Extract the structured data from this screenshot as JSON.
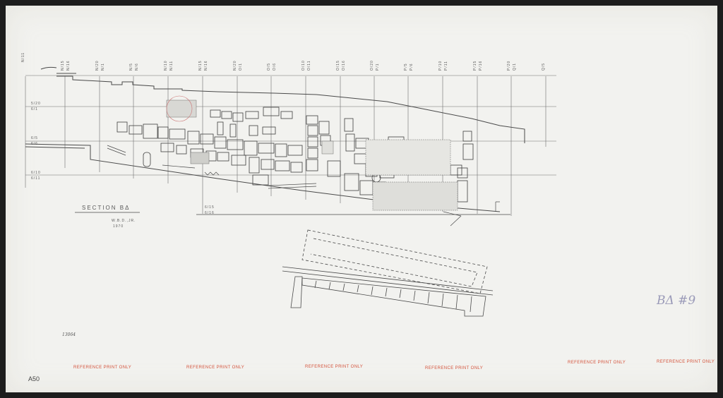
{
  "sheet": {
    "section_title": "SECTION BΔ",
    "author": "W.B.D.,JR.",
    "year": "1970",
    "sheet_id": "BΔ #9",
    "archive_no": "13064",
    "plate": "A50",
    "ref_stamps": [
      "REFERENCE PRINT ONLY",
      "REFERENCE PRINT ONLY",
      "REFERENCE PRINT ONLY",
      "REFERENCE PRINT ONLY",
      "REFERENCE PRINT ONLY",
      "REFERENCE PRINT ONLY"
    ]
  },
  "grid": {
    "column_labels": [
      [
        "N/11",
        ""
      ],
      [
        "N/15",
        "N/16"
      ],
      [
        "N/20",
        "N/1"
      ],
      [
        "N/5",
        "N/6"
      ],
      [
        "N/10",
        "N/11"
      ],
      [
        "N/15",
        "N/16"
      ],
      [
        "N/20",
        "O/1"
      ],
      [
        "O/5",
        "O/6"
      ],
      [
        "O/10",
        "O/11"
      ],
      [
        "O/15",
        "O/16"
      ],
      [
        "O/20",
        "P/1"
      ],
      [
        "P/5",
        "P/6"
      ],
      [
        "P/10",
        "P/11"
      ],
      [
        "P/15",
        "P/16"
      ],
      [
        "P/20",
        "Q/1"
      ],
      [
        "Q/5",
        ""
      ]
    ],
    "row_labels": [
      [
        "5/20",
        "6/1"
      ],
      [
        "6/5",
        "6/6"
      ],
      [
        "6/10",
        "6/11"
      ],
      [
        "6/15",
        "6/16"
      ]
    ]
  },
  "colors": {
    "paper": "#f2f2ef",
    "ink": "#4a4a4a",
    "stamp": "#d4533b",
    "pencil": "#9a9ab8"
  }
}
